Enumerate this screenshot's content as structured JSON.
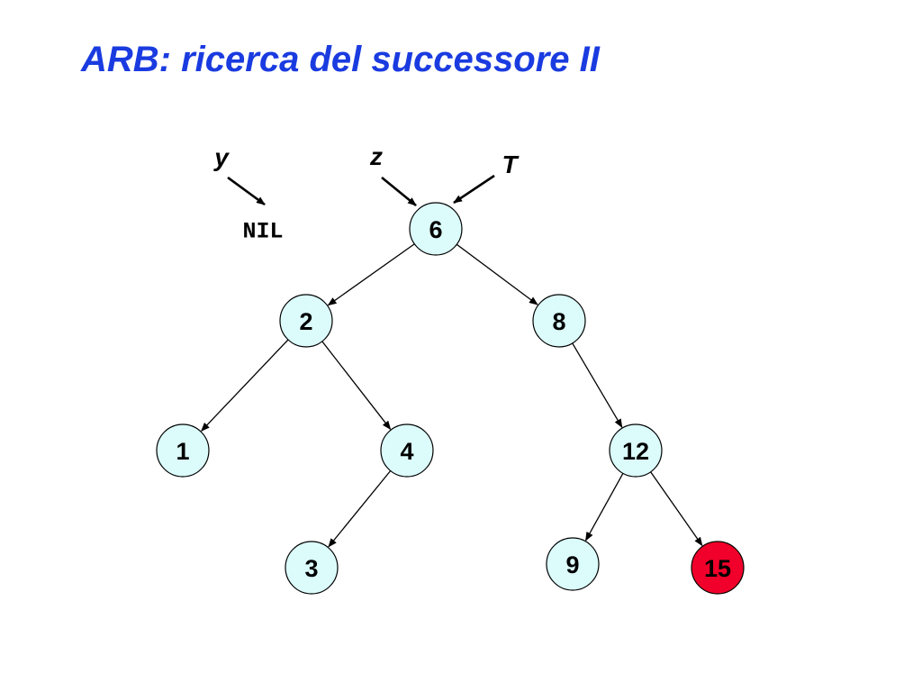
{
  "title": "ARB: ricerca del successore II",
  "colors": {
    "title": "#1a3be0",
    "node_fill": "#dcfcfc",
    "highlight_fill": "#f0002a",
    "stroke": "#000000"
  },
  "tree": {
    "nodes": [
      {
        "id": "n6",
        "label": "6",
        "highlighted": false
      },
      {
        "id": "n2",
        "label": "2",
        "highlighted": false
      },
      {
        "id": "n8",
        "label": "8",
        "highlighted": false
      },
      {
        "id": "n1",
        "label": "1",
        "highlighted": false
      },
      {
        "id": "n4",
        "label": "4",
        "highlighted": false
      },
      {
        "id": "n12",
        "label": "12",
        "highlighted": false
      },
      {
        "id": "n3",
        "label": "3",
        "highlighted": false
      },
      {
        "id": "n9",
        "label": "9",
        "highlighted": false
      },
      {
        "id": "n15",
        "label": "15",
        "highlighted": true
      }
    ],
    "edges": [
      {
        "from": "n6",
        "to": "n2"
      },
      {
        "from": "n6",
        "to": "n8"
      },
      {
        "from": "n2",
        "to": "n1"
      },
      {
        "from": "n2",
        "to": "n4"
      },
      {
        "from": "n8",
        "to": "n12"
      },
      {
        "from": "n4",
        "to": "n3"
      },
      {
        "from": "n12",
        "to": "n9"
      },
      {
        "from": "n12",
        "to": "n15"
      }
    ]
  },
  "pointers": [
    {
      "id": "y",
      "label": "y",
      "target": "nil"
    },
    {
      "id": "z",
      "label": "z",
      "target": "n6"
    },
    {
      "id": "T",
      "label": "T",
      "target": "n6"
    }
  ],
  "nil_label": "NIL"
}
